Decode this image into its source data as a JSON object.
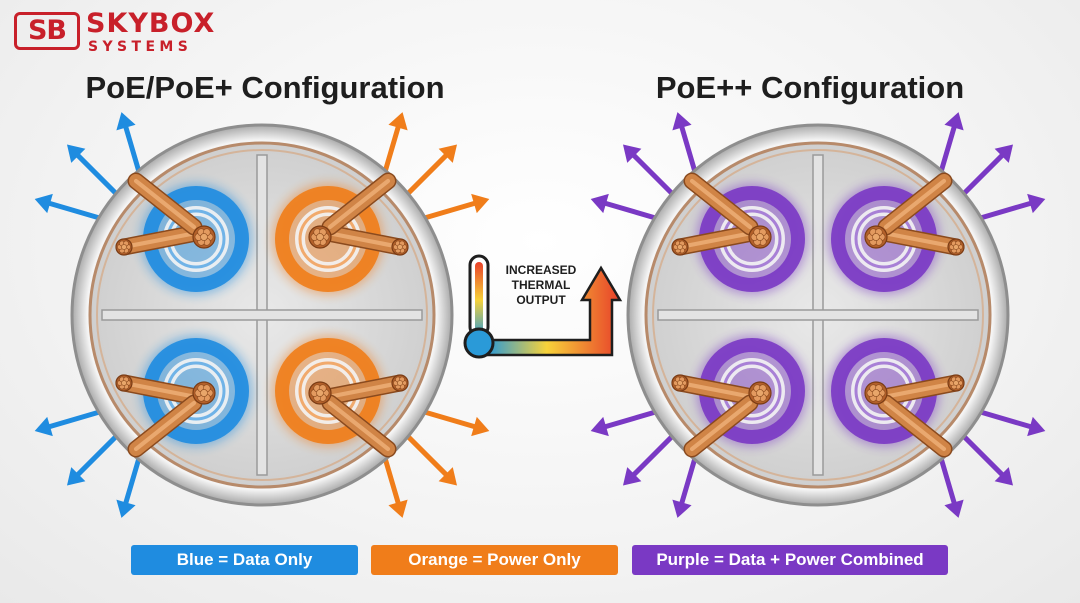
{
  "brand": {
    "badge": "SB",
    "name": "SKYBOX",
    "sub": "SYSTEMS"
  },
  "left": {
    "title": "PoE/PoE+ Configuration"
  },
  "right": {
    "title": "PoE++ Configuration"
  },
  "thermal": {
    "line1": "INCREASED",
    "line2": "THERMAL",
    "line3": "OUTPUT"
  },
  "legend": {
    "blue": "Blue = Data Only",
    "orange": "Orange = Power Only",
    "purple": "Purple = Data + Power Combined"
  },
  "colors": {
    "blue": "#1f8ce0",
    "orange": "#f07d1a",
    "purple": "#7a39c4",
    "copper": "#c9783e",
    "brand_red": "#c8202a"
  },
  "pairs": {
    "left": [
      "blue",
      "orange",
      "blue",
      "orange"
    ],
    "right": [
      "purple",
      "purple",
      "purple",
      "purple"
    ]
  }
}
